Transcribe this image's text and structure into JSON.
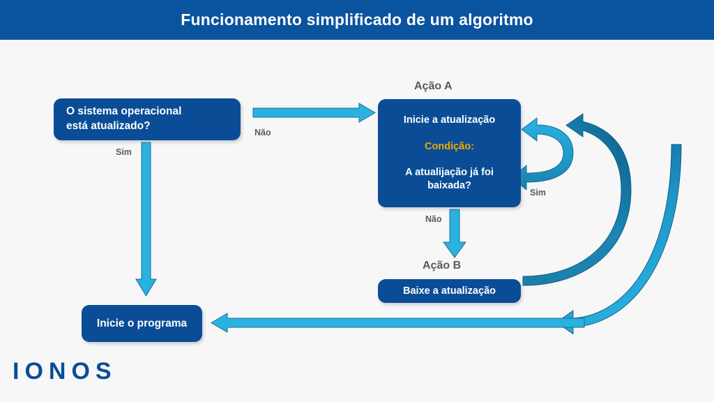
{
  "header": {
    "title": "Funcionamento simplificado de um algoritmo",
    "bar_color": "#0a539e",
    "text_color": "#ffffff"
  },
  "page": {
    "background_color": "#f7f7f8",
    "box_color": "#0a4d96",
    "arrow_color": "#29b2e0",
    "arrow_dark_color": "#1a7fa8",
    "accent_color": "#f5a800",
    "caption_color": "#565c63"
  },
  "nodes": {
    "os_updated": {
      "line1": "O sistema operacional",
      "line2": "está atualizado?"
    },
    "action_a": {
      "caption": "Ação A",
      "title": "Inicie a atualização",
      "condition": "Condição:",
      "question_line1": "A atualijação já foi",
      "question_line2": "baixada?"
    },
    "action_b": {
      "caption": "Ação B",
      "title": "Baixe a atualização"
    },
    "start_program": {
      "title": "Inicie o programa"
    }
  },
  "edge_labels": {
    "nao_top": "Não",
    "sim_left": "Sim",
    "nao_mid": "Não",
    "sim_loop": "Sim"
  },
  "logo": {
    "text": "IONOS"
  },
  "chart_data": {
    "type": "diagram",
    "title": "Funcionamento simplificado de um algoritmo",
    "nodes": [
      {
        "id": "os_updated",
        "label": "O sistema operacional está atualizado?",
        "shape": "rounded-rect"
      },
      {
        "id": "action_a",
        "label": "Inicie a atualização / Condição: / A atualijação já foi baixada?",
        "group_caption": "Ação A",
        "shape": "rounded-rect"
      },
      {
        "id": "action_b",
        "label": "Baixe a atualização",
        "group_caption": "Ação B",
        "shape": "rounded-rect"
      },
      {
        "id": "start_program",
        "label": "Inicie o programa",
        "shape": "rounded-rect"
      }
    ],
    "edges": [
      {
        "from": "os_updated",
        "to": "action_a",
        "label": "Não",
        "direction": "right"
      },
      {
        "from": "os_updated",
        "to": "start_program",
        "label": "Sim",
        "direction": "down"
      },
      {
        "from": "action_a",
        "to": "action_b",
        "label": "Não",
        "direction": "down"
      },
      {
        "from": "action_a",
        "to": "action_a",
        "label": "Sim",
        "direction": "loop-right"
      },
      {
        "from": "action_b",
        "to": "action_a",
        "label": "",
        "direction": "arc-right-up"
      },
      {
        "from": "action_a",
        "to": "start_program",
        "label": "",
        "direction": "arc-right-down-left"
      }
    ]
  }
}
